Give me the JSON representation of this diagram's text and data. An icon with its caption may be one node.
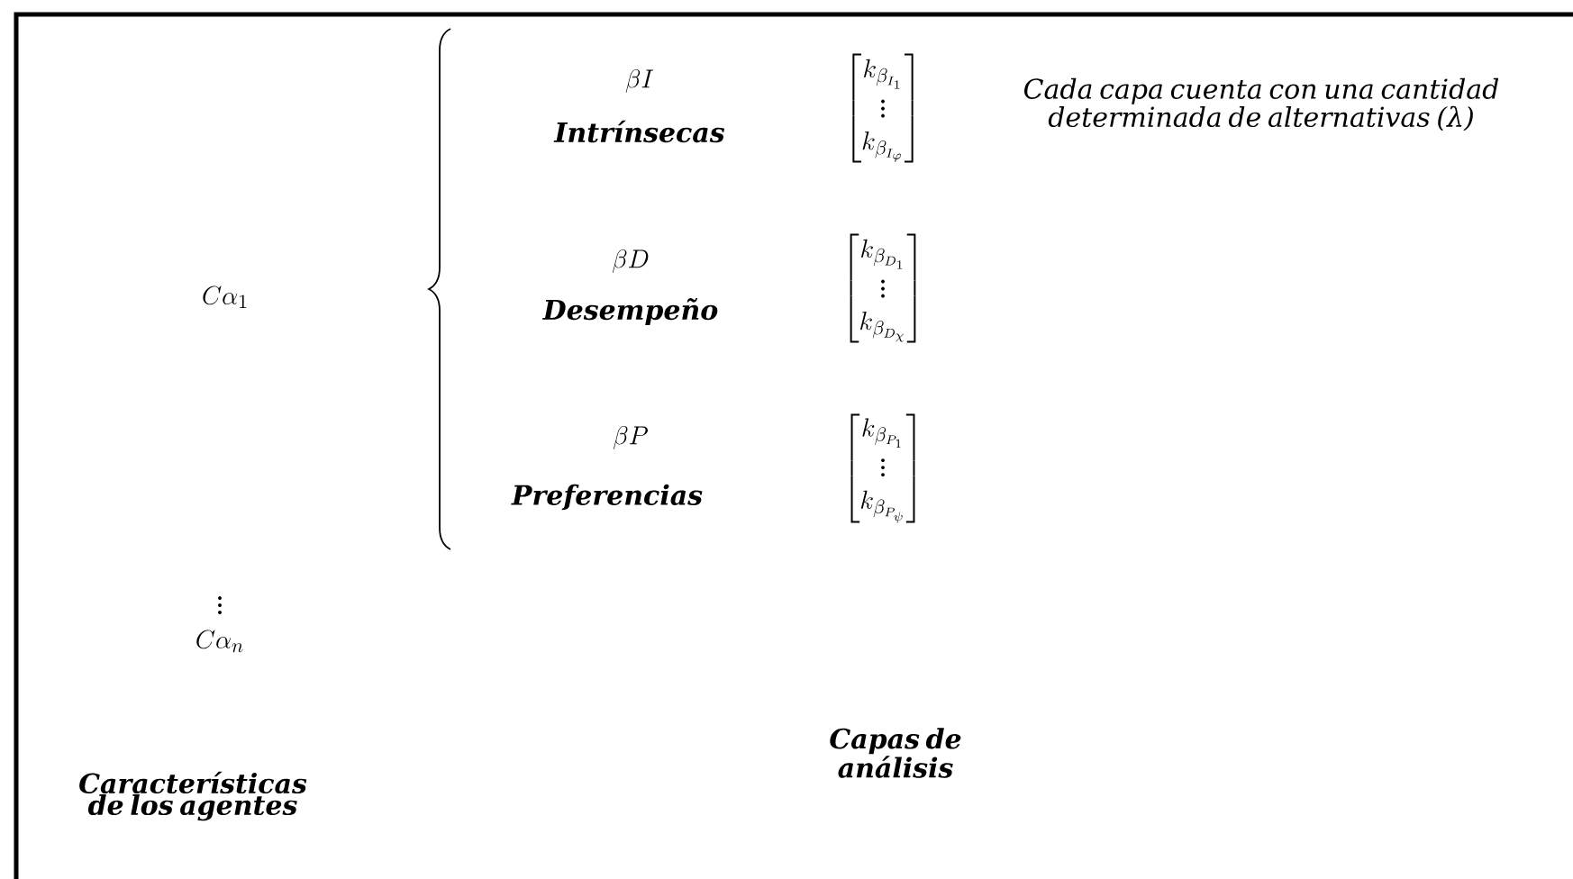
{
  "diagram": {
    "labels": [
      "\\beta I",
      "Intrínsecas",
      "\\begin{bmatrix} k_{\\beta_{I_1}} \\\\ \\vdots \\\\ k_{\\beta_{I_\\varphi}} \\end{bmatrix}",
      "Cada capa cuenta con una cantidad determinada de alternativas (λ)",
      "C\\alpha_{1}",
      "\\beta D",
      "Desempeño",
      "\\begin{bmatrix} k_{\\beta_{D_1}} \\\\ \\vdots \\\\ k_{\\beta_{D_\\chi}} \\end{bmatrix}",
      "\\beta P",
      "Preferencias",
      "\\begin{bmatrix} k_{\\beta_{P_1}} \\\\ \\vdots \\\\ k_{\\beta_{P_\\psi}} \\end{bmatrix}",
      "\\vdots",
      "C\\alpha_{n}",
      "Características de los agentes",
      "Capas de análisis"
    ]
  }
}
